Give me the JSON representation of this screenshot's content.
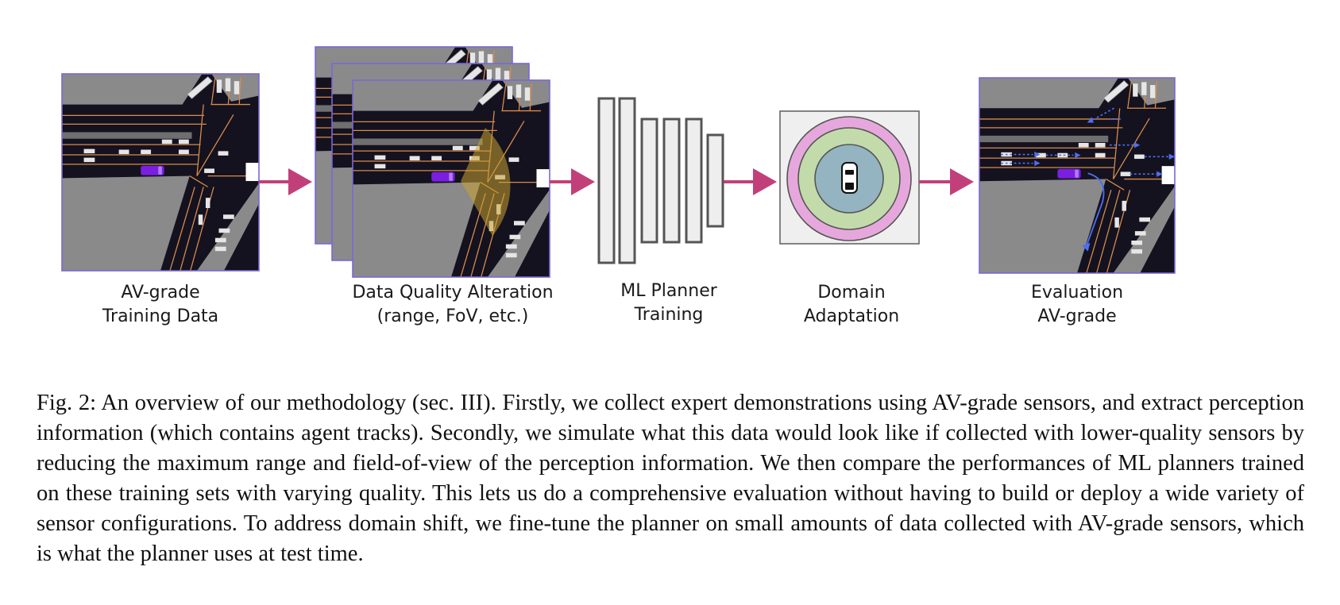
{
  "figure": {
    "stages": [
      {
        "id": "training-data",
        "lines": [
          "AV-grade",
          "Training Data"
        ]
      },
      {
        "id": "data-quality",
        "lines": [
          "Data Quality Alteration",
          "(range, FoV, etc.)"
        ]
      },
      {
        "id": "planner-training",
        "lines": [
          "ML Planner",
          "Training"
        ]
      },
      {
        "id": "domain-adaptation",
        "lines": [
          "Domain",
          "Adaptation"
        ]
      },
      {
        "id": "evaluation",
        "lines": [
          "Evaluation",
          "AV-grade"
        ]
      }
    ],
    "colors": {
      "arrow": "#c2407a",
      "map_background": "#14121f",
      "road_surface": "#8a8a8a",
      "lane_line": "#d98b4c",
      "ego_vehicle": "#7a1fe0",
      "fov_wedge": "#c8a32f",
      "panel_border": "#7b68d6",
      "ring_outer": "#e6a8dc",
      "ring_middle": "#c3dbab",
      "ring_inner": "#93b4c0",
      "prediction_arrow": "#4f6ef0"
    },
    "icons": [
      "bird-eye-map-icon",
      "fov-wedge-icon",
      "network-layers-icon",
      "concentric-domain-icon",
      "car-icon",
      "arrow-right-icon"
    ]
  },
  "caption": {
    "text": "Fig. 2: An overview of our methodology (sec. III). Firstly, we collect expert demonstrations using AV-grade sensors, and extract perception information (which contains agent tracks). Secondly, we simulate what this data would look like if collected with lower-quality sensors by reducing the maximum range and field-of-view of the perception information. We then compare the performances of ML planners trained on these training sets with varying quality. This lets us do a comprehensive evaluation without having to build or deploy a wide variety of sensor configurations. To address domain shift, we fine-tune the planner on small amounts of data collected with AV-grade sensors, which is what the planner uses at test time."
  }
}
